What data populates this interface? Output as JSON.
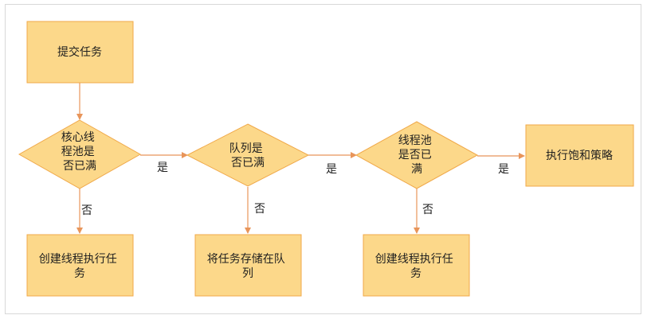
{
  "colors": {
    "fill": "#fcd88a",
    "stroke": "#f0a94a",
    "arrow": "#e8955a",
    "text": "#1f1f1f"
  },
  "nodes": {
    "submit_task": {
      "lines": [
        "提交任务"
      ]
    },
    "core_full": {
      "lines": [
        "核心线",
        "程池是",
        "否已满"
      ]
    },
    "create_thread_1": {
      "lines": [
        "创建线程执行任",
        "务"
      ]
    },
    "queue_full": {
      "lines": [
        "队列是",
        "否已满"
      ]
    },
    "store_in_queue": {
      "lines": [
        "将任务存储在队",
        "列"
      ]
    },
    "pool_full": {
      "lines": [
        "线程池",
        "是否已",
        "满"
      ]
    },
    "create_thread_2": {
      "lines": [
        "创建线程执行任",
        "务"
      ]
    },
    "saturation_policy": {
      "lines": [
        "执行饱和策略"
      ]
    }
  },
  "edges": {
    "yes": "是",
    "no": "否"
  }
}
